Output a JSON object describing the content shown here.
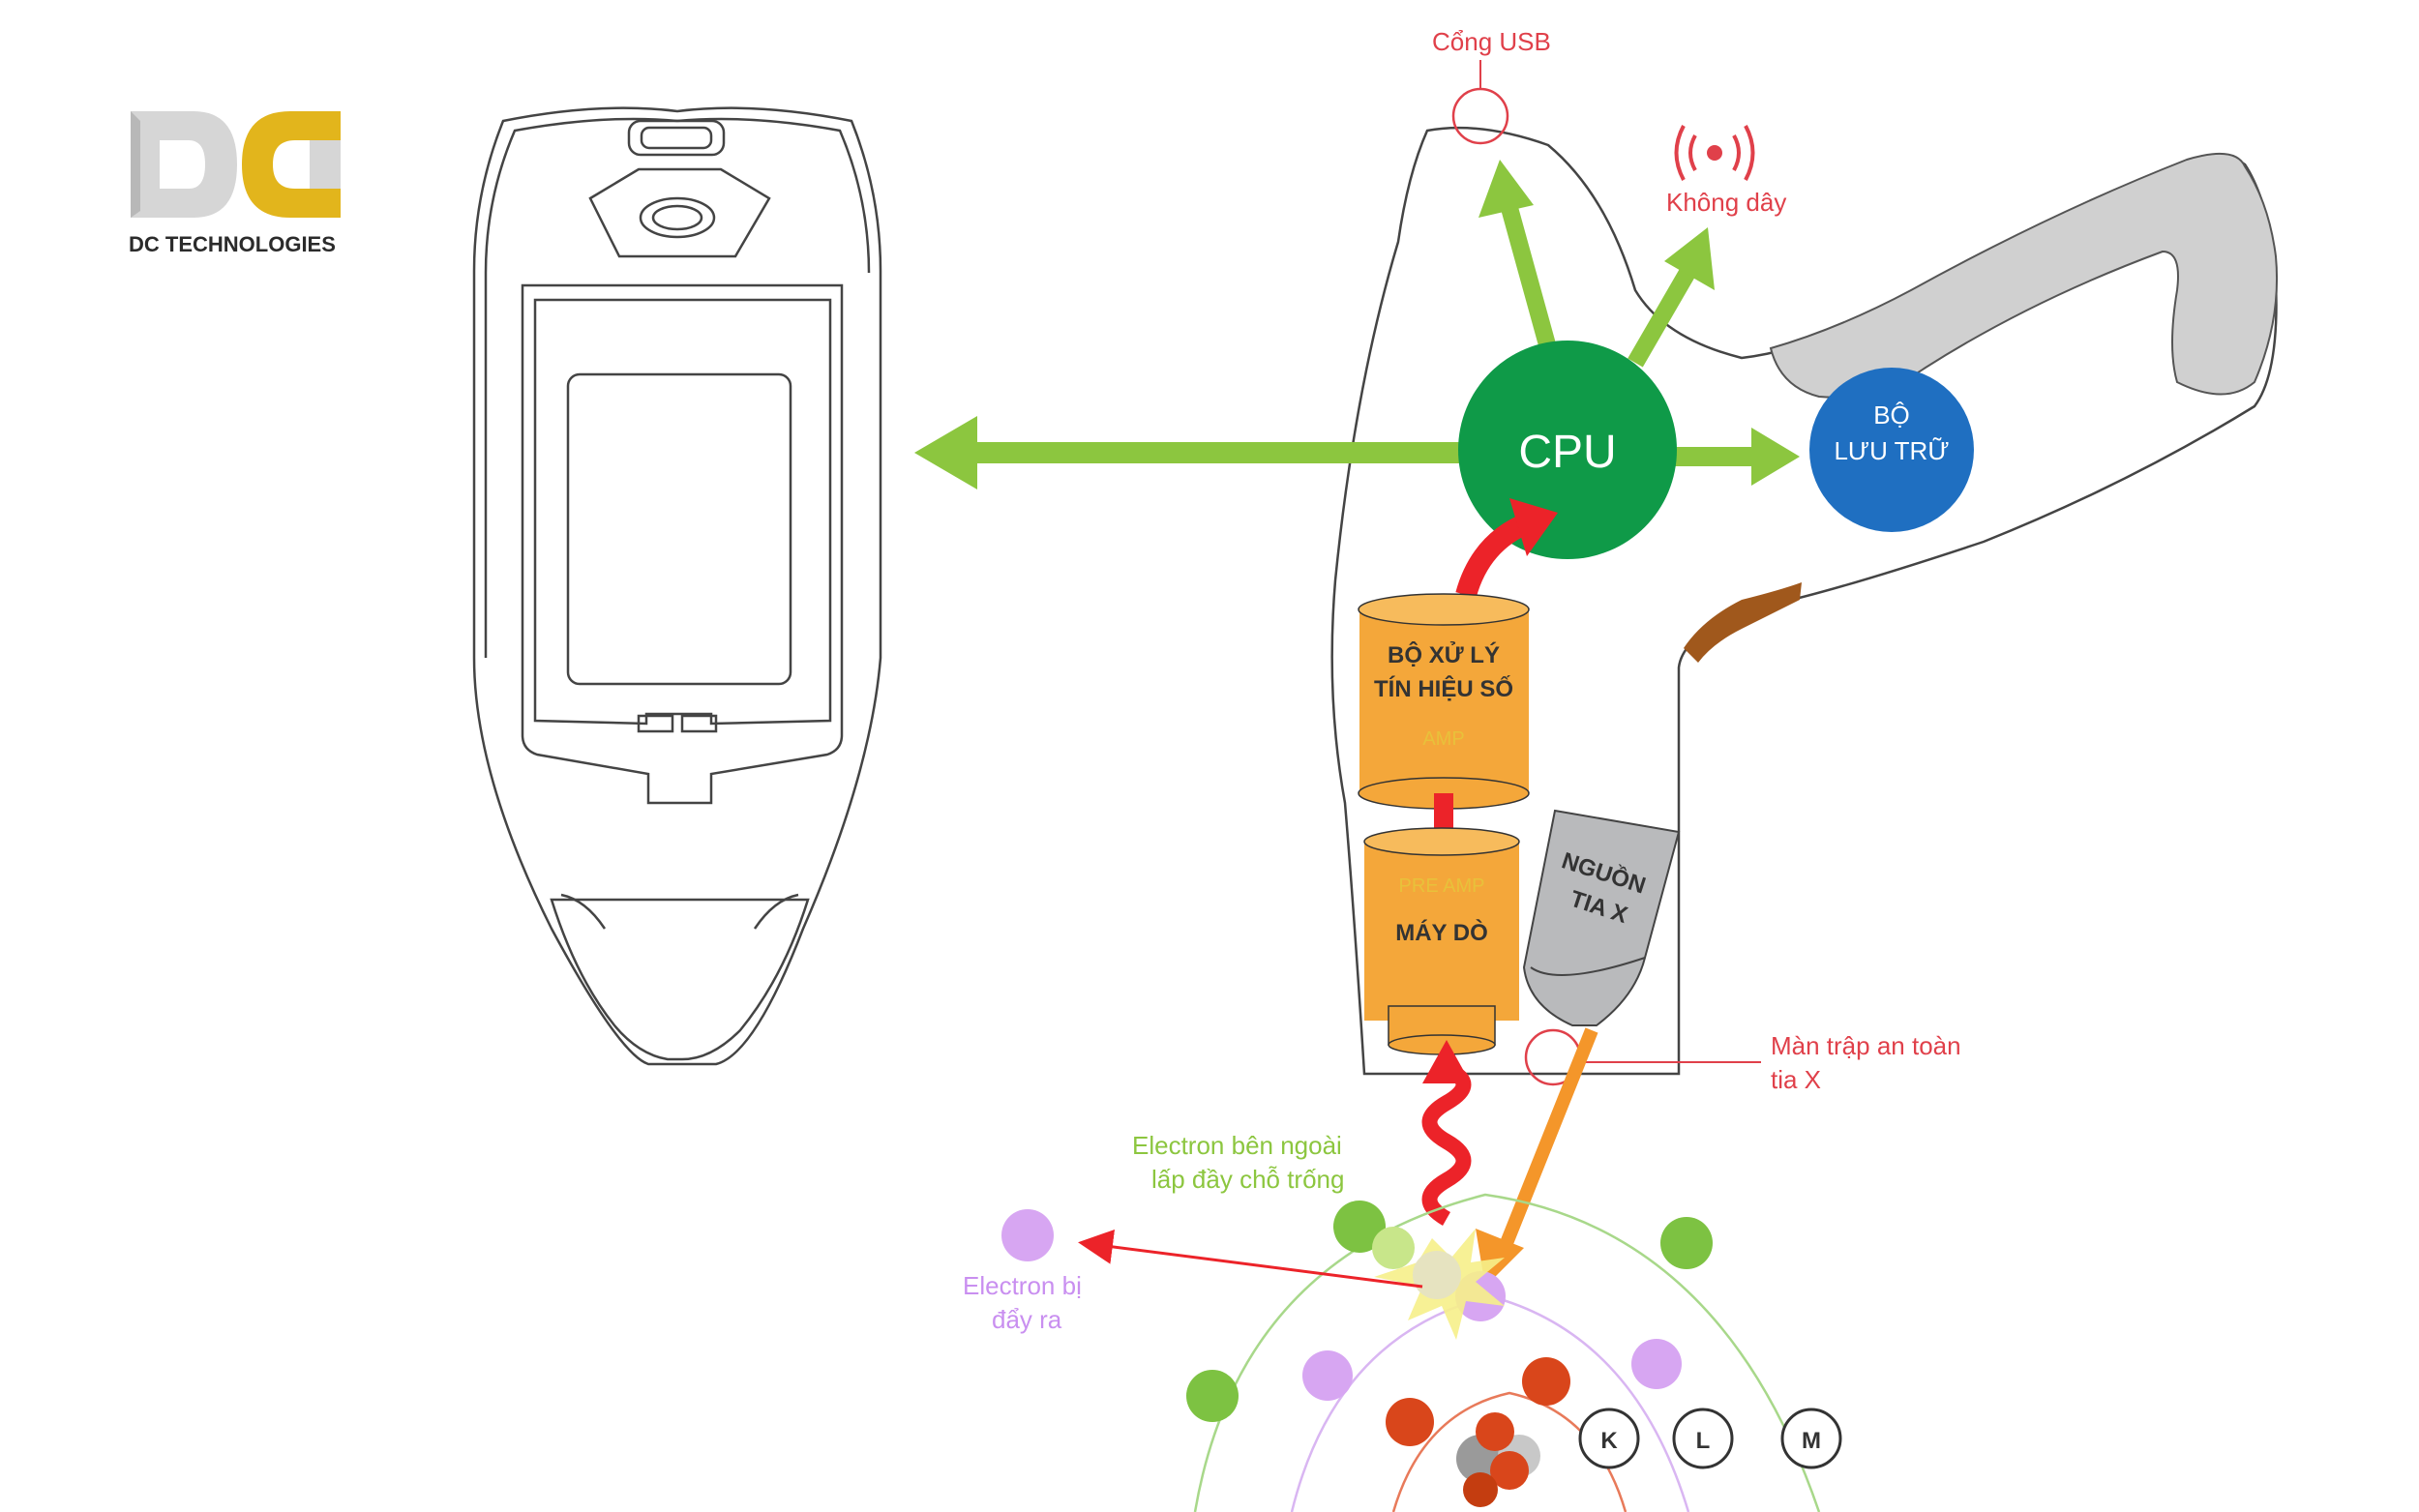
{
  "brand": {
    "logo_text": "DC",
    "company_name": "DC TECHNOLOGIES"
  },
  "labels": {
    "usb_port": "Cổng USB",
    "wireless": "Không dây",
    "cpu": "CPU",
    "storage_line1": "BỘ",
    "storage_line2": "LƯU TRỮ",
    "dsp_line1": "BỘ XỬ LÝ",
    "dsp_line2": "TÍN HIỆU SỐ",
    "dsp_sub": "AMP",
    "detector_sub": "PRE AMP",
    "detector": "MÁY DÒ",
    "xray_line1": "NGUỒN",
    "xray_line2": "TIA X",
    "shutter_line1": "Màn trập an toàn",
    "shutter_line2": "tia X",
    "outer_electron_line1": "Electron bên ngoài",
    "outer_electron_line2": "lấp đầy chỗ trống",
    "ejected_electron_line1": "Electron bị",
    "ejected_electron_line2": "đẩy ra",
    "shell_k": "K",
    "shell_l": "L",
    "shell_m": "M"
  },
  "colors": {
    "green_arrow": "#8cc63f",
    "cpu": "#0f9a48",
    "storage": "#1f6fc1",
    "orange_box": "#f4a73a",
    "red_arrow": "#ec2329",
    "xray_source": "#b9babc",
    "electron_violet": "#d7a6f2",
    "electron_green": "#7dc242",
    "electron_red": "#d9461b",
    "label_red": "#e0404a",
    "logo_gray": "#d6d6d6",
    "logo_gold": "#e2b51c"
  }
}
